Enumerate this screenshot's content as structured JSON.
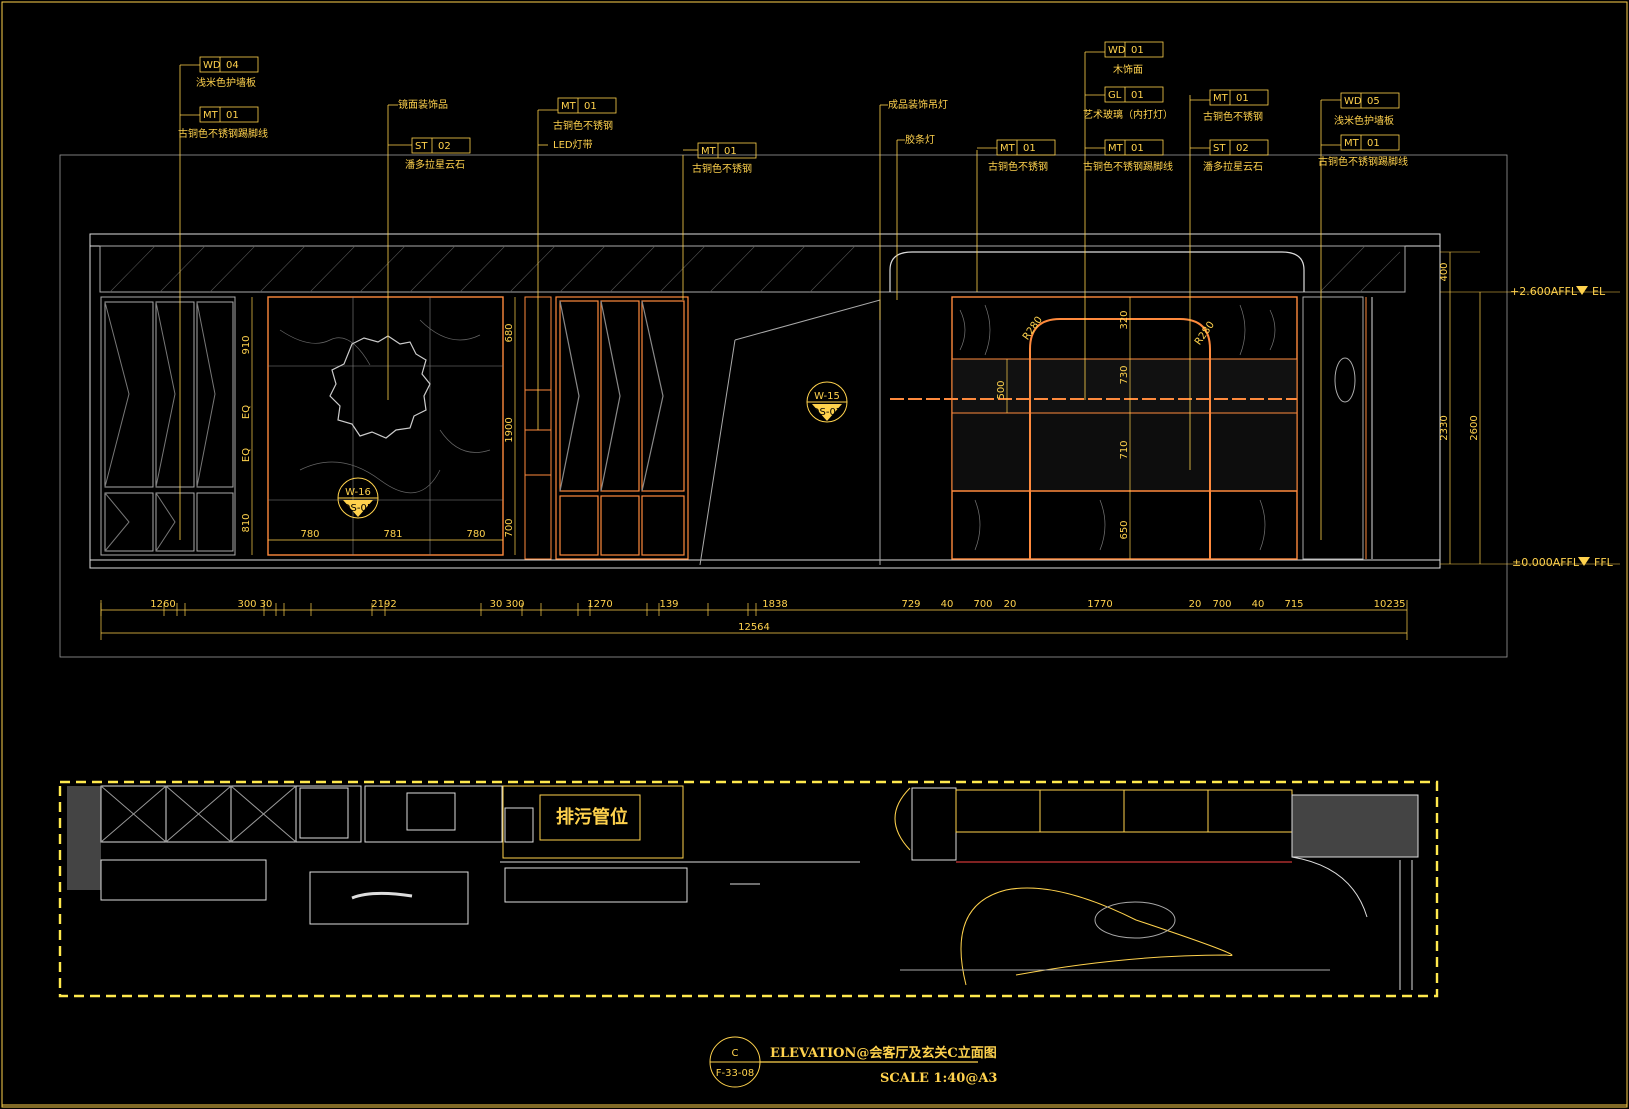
{
  "material_tags": [
    {
      "code": "WD",
      "num": "04",
      "desc": "浅米色护墙板"
    },
    {
      "code": "MT",
      "num": "01",
      "desc": "古铜色不锈钢踢脚线"
    },
    {
      "code": "",
      "num": "",
      "desc": "镜面装饰品"
    },
    {
      "code": "ST",
      "num": "02",
      "desc": "潘多拉星云石"
    },
    {
      "code": "MT",
      "num": "01",
      "desc": "古铜色不锈钢"
    },
    {
      "code": "",
      "num": "",
      "desc": "LED灯带"
    },
    {
      "code": "MT",
      "num": "01",
      "desc": "古铜色不锈钢"
    },
    {
      "code": "",
      "num": "",
      "desc": "成品装饰吊灯"
    },
    {
      "code": "",
      "num": "",
      "desc": "胶条灯"
    },
    {
      "code": "MT",
      "num": "01",
      "desc": "古铜色不锈钢"
    },
    {
      "code": "WD",
      "num": "01",
      "desc": "木饰面"
    },
    {
      "code": "GL",
      "num": "01",
      "desc": "艺术玻璃（内打灯）"
    },
    {
      "code": "MT",
      "num": "01",
      "desc": "古铜色不锈钢踢脚线"
    },
    {
      "code": "MT",
      "num": "01",
      "desc": "古铜色不锈钢"
    },
    {
      "code": "ST",
      "num": "02",
      "desc": "潘多拉星云石"
    },
    {
      "code": "WD",
      "num": "05",
      "desc": "浅米色护墙板"
    },
    {
      "code": "MT",
      "num": "01",
      "desc": "古铜色不锈钢踢脚线"
    }
  ],
  "dimensions": {
    "horizontal": [
      "1260",
      "300",
      "30",
      "2192",
      "30",
      "300",
      "1270",
      "139",
      "1838",
      "729",
      "40",
      "700",
      "20",
      "1770",
      "20",
      "700",
      "40",
      "715",
      "10",
      "235"
    ],
    "total": "12564",
    "inner": [
      "780",
      "781",
      "780"
    ],
    "vertical_left": [
      "910",
      "EQ",
      "EQ",
      "810"
    ],
    "vertical_mid": [
      "680",
      "1900",
      "700"
    ],
    "vertical_right": [
      "320",
      "730",
      "710",
      "650",
      "500",
      "R280",
      "R280"
    ],
    "heights": [
      "400",
      "2330",
      "2600"
    ]
  },
  "levels": {
    "top": "+2.600AFFL",
    "top_label": "EL",
    "bottom": "±0.000AFFL",
    "bottom_label": "FFL"
  },
  "section_markers": [
    {
      "top": "W-15",
      "bottom": "DS-07"
    },
    {
      "top": "W-16",
      "bottom": "DS-05"
    }
  ],
  "plan_note": "排污管位",
  "title_block": {
    "marker_letter": "C",
    "marker_ref": "F-33-08",
    "title": "ELEVATION@会客厅及玄关C立面图",
    "scale": "SCALE 1:40@A3"
  }
}
